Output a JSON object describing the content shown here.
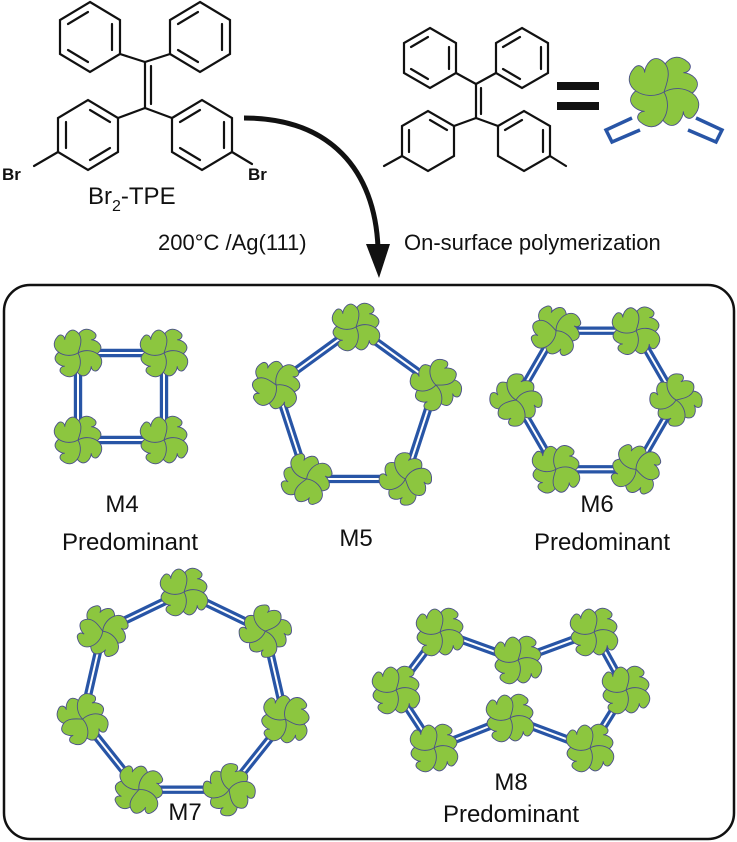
{
  "colors": {
    "leaf_fill": "#8CC63F",
    "leaf_stroke": "#4a4f8a",
    "linker": "#2855a6",
    "bond": "#111111",
    "frame": "#111111"
  },
  "precursor": {
    "name_main": "Br",
    "name_sub": "2",
    "name_rest": "-TPE",
    "br_left": "Br",
    "br_right": "Br"
  },
  "equals_sign": "=",
  "reaction": {
    "condition": "200°C /Ag(111)",
    "process": "On-surface polymerization"
  },
  "macrocycles": [
    {
      "id": "M4",
      "label": "M4",
      "note": "Predominant"
    },
    {
      "id": "M5",
      "label": "M5",
      "note": ""
    },
    {
      "id": "M6",
      "label": "M6",
      "note": "Predominant"
    },
    {
      "id": "M7",
      "label": "M7",
      "note": ""
    },
    {
      "id": "M8",
      "label": "M8",
      "note": "Predominant"
    }
  ]
}
